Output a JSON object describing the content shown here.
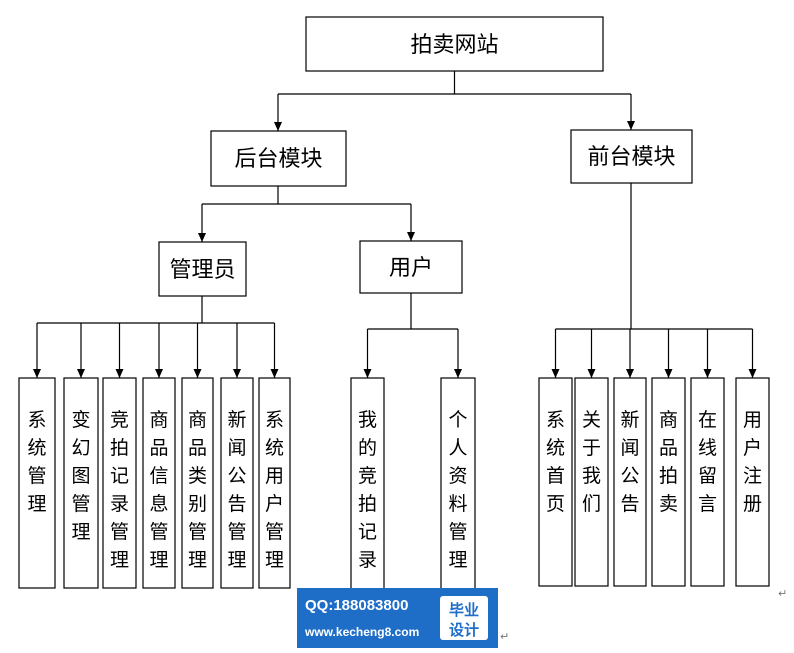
{
  "title": "拍卖网站",
  "backend": {
    "label": "后台模块",
    "admin": {
      "label": "管理员",
      "children": [
        "系统管理",
        "变幻图管理",
        "竞拍记录管理",
        "商品信息管理",
        "商品类别管理",
        "新闻公告管理",
        "系统用户管理"
      ]
    },
    "user": {
      "label": "用户",
      "children": [
        "我的竞拍记录",
        "个人资料管理"
      ]
    }
  },
  "frontend": {
    "label": "前台模块",
    "children": [
      "系统首页",
      "关于我们",
      "新闻公告",
      "商品拍卖",
      "在线留言",
      "用户注册"
    ]
  },
  "watermark": {
    "qq": "QQ:188083800",
    "url": "www.kecheng8.com",
    "badge_line1": "毕业",
    "badge_line2": "设计",
    "color": "#1e6ec8"
  }
}
